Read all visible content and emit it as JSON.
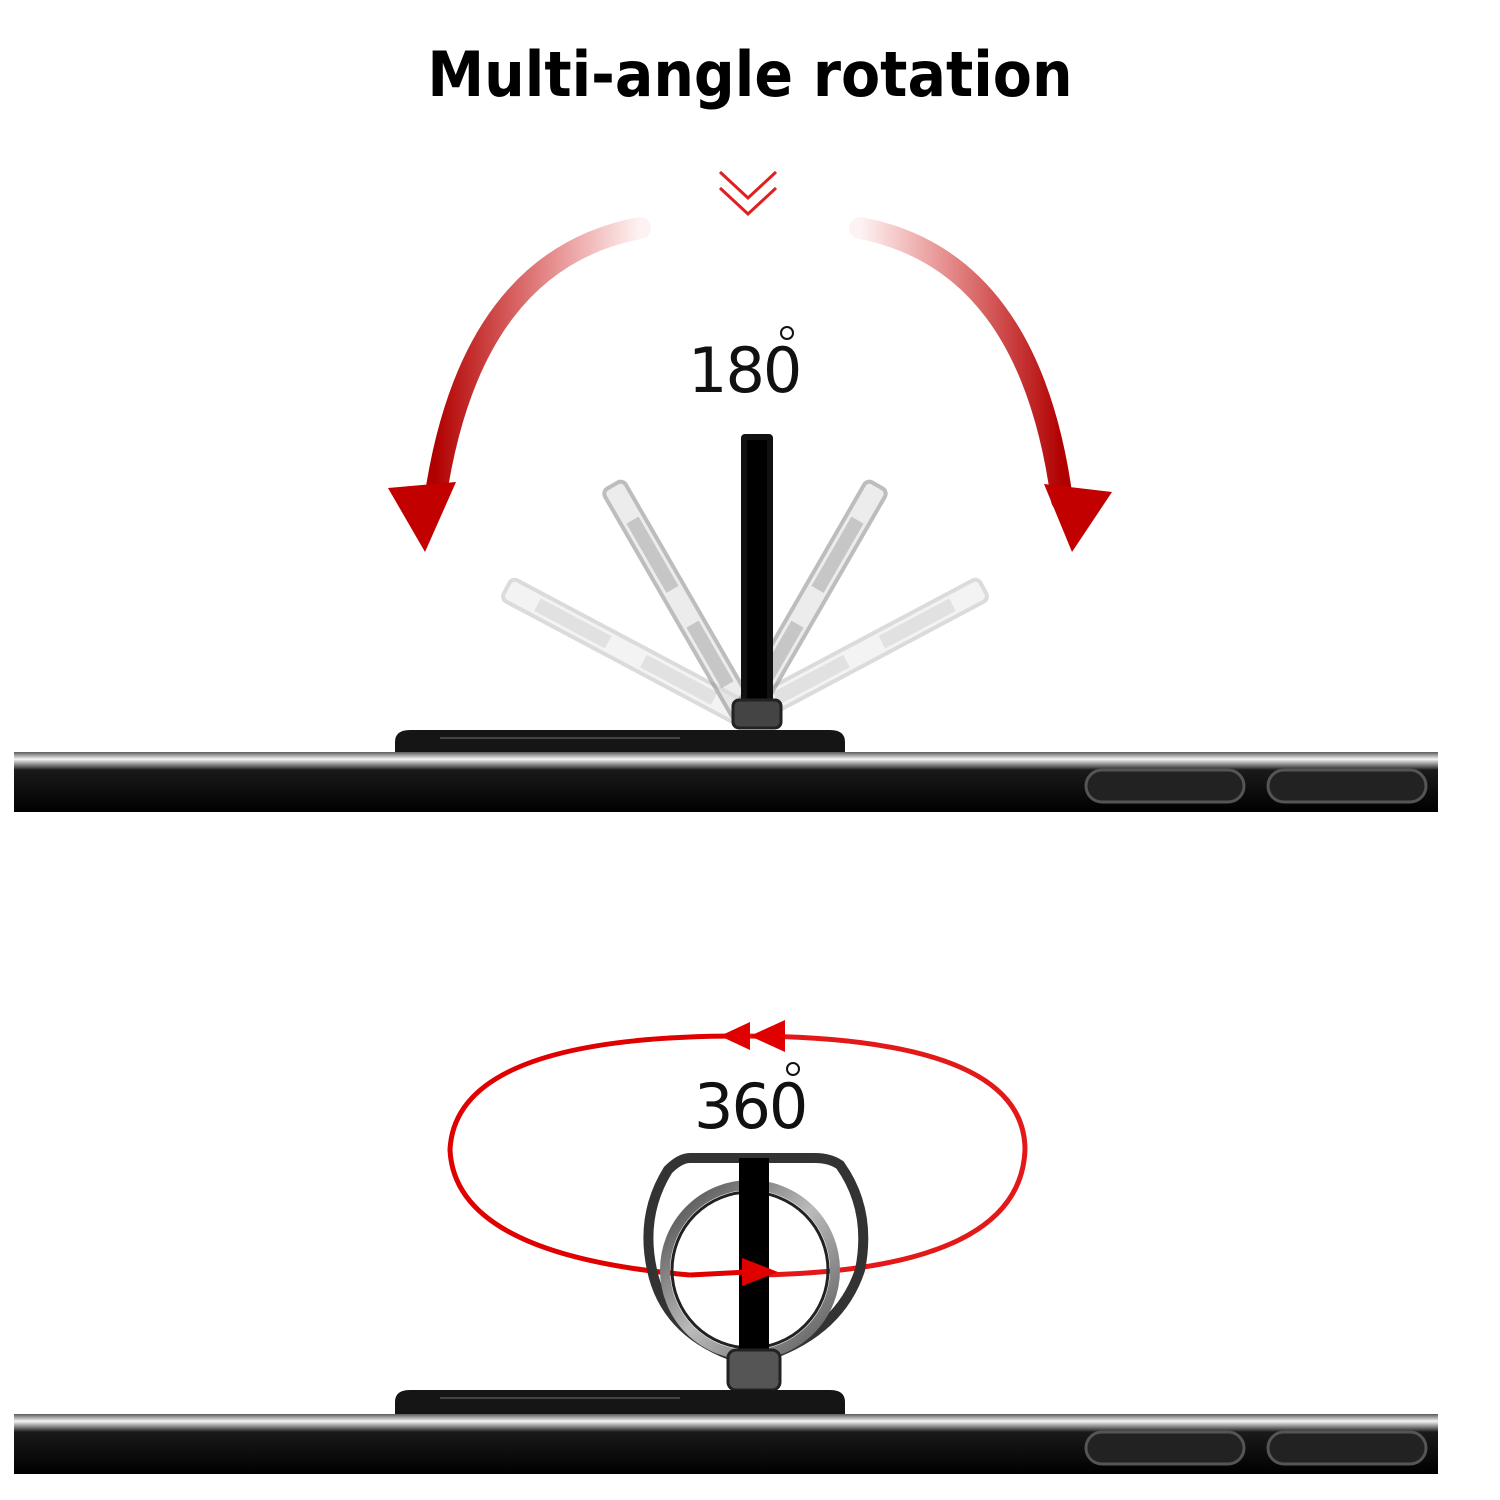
{
  "title": "Multi-angle rotation",
  "top_panel": {
    "angle_text": "180",
    "degree_icon": "degree-symbol-icon",
    "arrow_icon": "chevron-double-down-icon",
    "rotation_arrows_icon": "curved-arrows-icon"
  },
  "bottom_panel": {
    "angle_text": "360",
    "degree_icon": "degree-symbol-icon",
    "rotation_arrow_icon": "circular-rotation-arrow-icon"
  },
  "colors": {
    "accent_red": "#d80d0d",
    "phone_body": "#0b0b0b",
    "ring_metal": "#8a8a8a"
  }
}
